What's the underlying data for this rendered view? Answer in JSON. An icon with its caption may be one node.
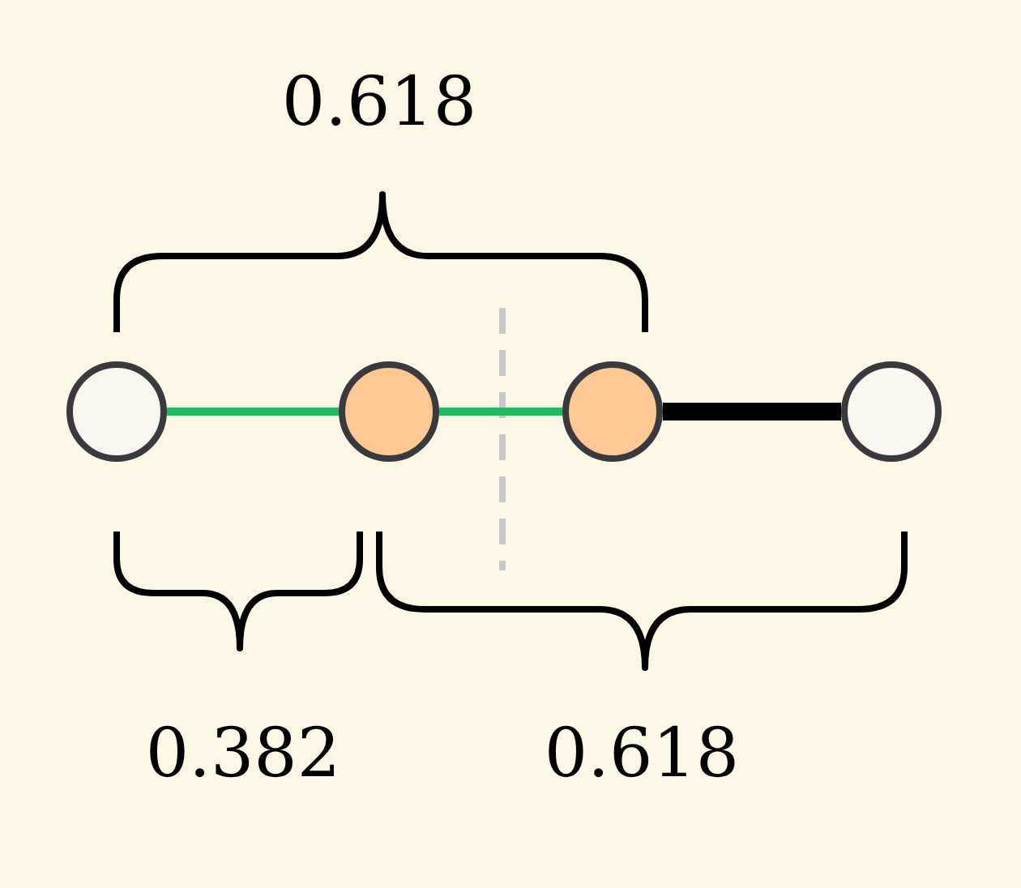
{
  "diagram": {
    "nodes": [
      {
        "text": [],
        "shape": "circle"
      },
      {
        "text": [],
        "shape": "circle"
      },
      {
        "text": [],
        "shape": "circle"
      },
      {
        "text": [],
        "shape": "circle"
      }
    ],
    "edges": [
      {
        "from": 0,
        "to": 1,
        "arrow": "none"
      },
      {
        "from": 1,
        "to": 2,
        "arrow": "none"
      },
      {
        "from": 2,
        "to": 3,
        "arrow": "none",
        "style": "thick",
        "color": "#000000"
      }
    ],
    "labels": [
      "0.618",
      "0.382",
      "0.618"
    ]
  }
}
